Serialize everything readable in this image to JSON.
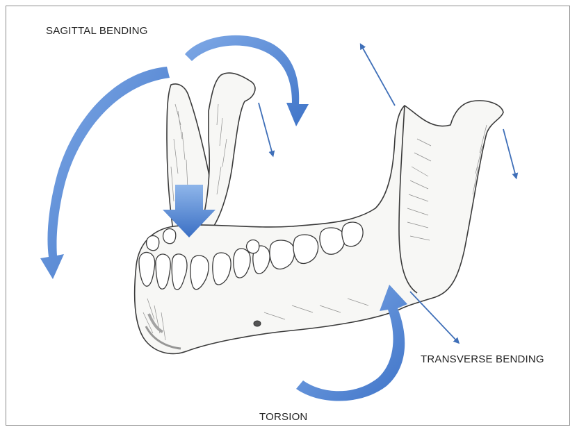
{
  "labels": {
    "sagittal": "SAGITTAL BENDING",
    "transverse": "TRANSVERSE BENDING",
    "torsion": "TORSION"
  },
  "colors": {
    "arrow_blue": "#4a7fcf",
    "arrow_light": "#8fb6ea",
    "bone_line": "#3a3a3a",
    "bone_fill": "#f7f7f5",
    "frame": "#8a8a8a"
  }
}
